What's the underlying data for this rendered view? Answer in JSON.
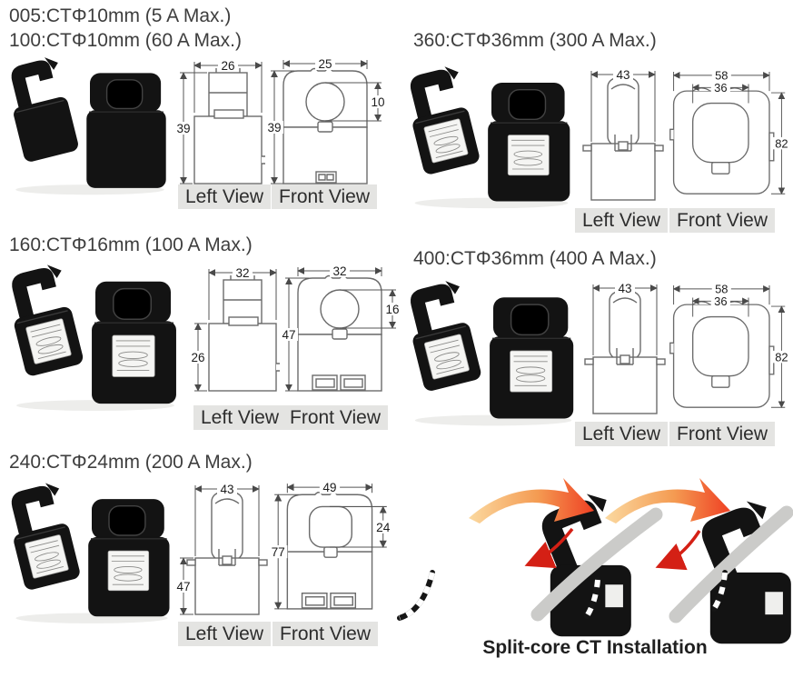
{
  "ui": {
    "left_view_label": "Left View",
    "front_view_label": "Front View",
    "installation_caption": "Split-core CT Installation"
  },
  "colors": {
    "background": "#ffffff",
    "title_text": "#3e3e3e",
    "chip_background": "#e4e4e2",
    "drawing_line": "#6b6b6b",
    "dimension_text": "#1c1c1c",
    "device_black": "#131313",
    "cable_gray": "#cbcbc9",
    "arrow_red": "#d42015",
    "arrow_orange_start": "#fbd9a0",
    "arrow_orange_end": "#ef4023"
  },
  "products": [
    {
      "id": "005-100",
      "titles": [
        "005:CTΦ10mm (5 A Max.)",
        "100:CTΦ10mm (60 A Max.)"
      ],
      "left_view": {
        "width": "26",
        "height": "39"
      },
      "front_view": {
        "width": "25",
        "hole": "10",
        "height": "39"
      }
    },
    {
      "id": "360",
      "titles": [
        "360:CTΦ36mm (300 A Max.)"
      ],
      "left_view": {
        "width": "43"
      },
      "front_view": {
        "width": "58",
        "inner_width": "36",
        "height": "82"
      }
    },
    {
      "id": "160",
      "titles": [
        "160:CTΦ16mm (100 A Max.)"
      ],
      "left_view": {
        "width": "32",
        "height": "26"
      },
      "front_view": {
        "width": "32",
        "hole": "16",
        "height": "47"
      }
    },
    {
      "id": "400",
      "titles": [
        "400:CTΦ36mm (400 A Max.)"
      ],
      "left_view": {
        "width": "43"
      },
      "front_view": {
        "width": "58",
        "inner_width": "36",
        "height": "82"
      }
    },
    {
      "id": "240",
      "titles": [
        "240:CTΦ24mm (200 A Max.)"
      ],
      "left_view": {
        "width": "43",
        "height": "47"
      },
      "front_view": {
        "width": "49",
        "hole": "24",
        "height": "77"
      }
    }
  ]
}
